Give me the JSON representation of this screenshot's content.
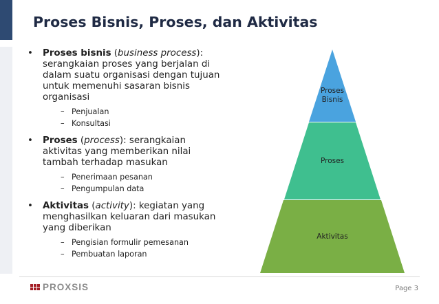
{
  "slide": {
    "title": "Proses Bisnis, Proses, dan Aktivitas",
    "bullets": [
      {
        "term": "Proses bisnis",
        "english": "business process",
        "definition": "serangkaian proses yang berjalan di dalam suatu organisasi dengan tujuan untuk memenuhi sasaran bisnis organisasi",
        "examples": [
          "Penjualan",
          "Konsultasi"
        ]
      },
      {
        "term": "Proses",
        "english": "process",
        "definition": "serangkaian aktivitas yang memberikan nilai tambah terhadap masukan",
        "examples": [
          "Penerimaan pesanan",
          "Pengumpulan data"
        ]
      },
      {
        "term": "Aktivitas",
        "english": "activity",
        "definition": "kegiatan yang menghasilkan keluaran dari masukan yang diberikan",
        "examples": [
          "Pengisian formulir pemesanan",
          "Pembuatan laporan"
        ]
      }
    ],
    "bullet_char": "•",
    "dash_char": "–"
  },
  "pyramid": {
    "levels": [
      {
        "label_line1": "Proses",
        "label_line2": "Bisnis",
        "color": "#4aa3df"
      },
      {
        "label_line1": "Proses",
        "label_line2": "",
        "color": "#3fbf8f"
      },
      {
        "label_line1": "Aktivitas",
        "label_line2": "",
        "color": "#7aaf45"
      }
    ]
  },
  "footer": {
    "logo_text": "PROXSIS",
    "page_label": "Page 3",
    "logo_color": "#a31d24"
  }
}
